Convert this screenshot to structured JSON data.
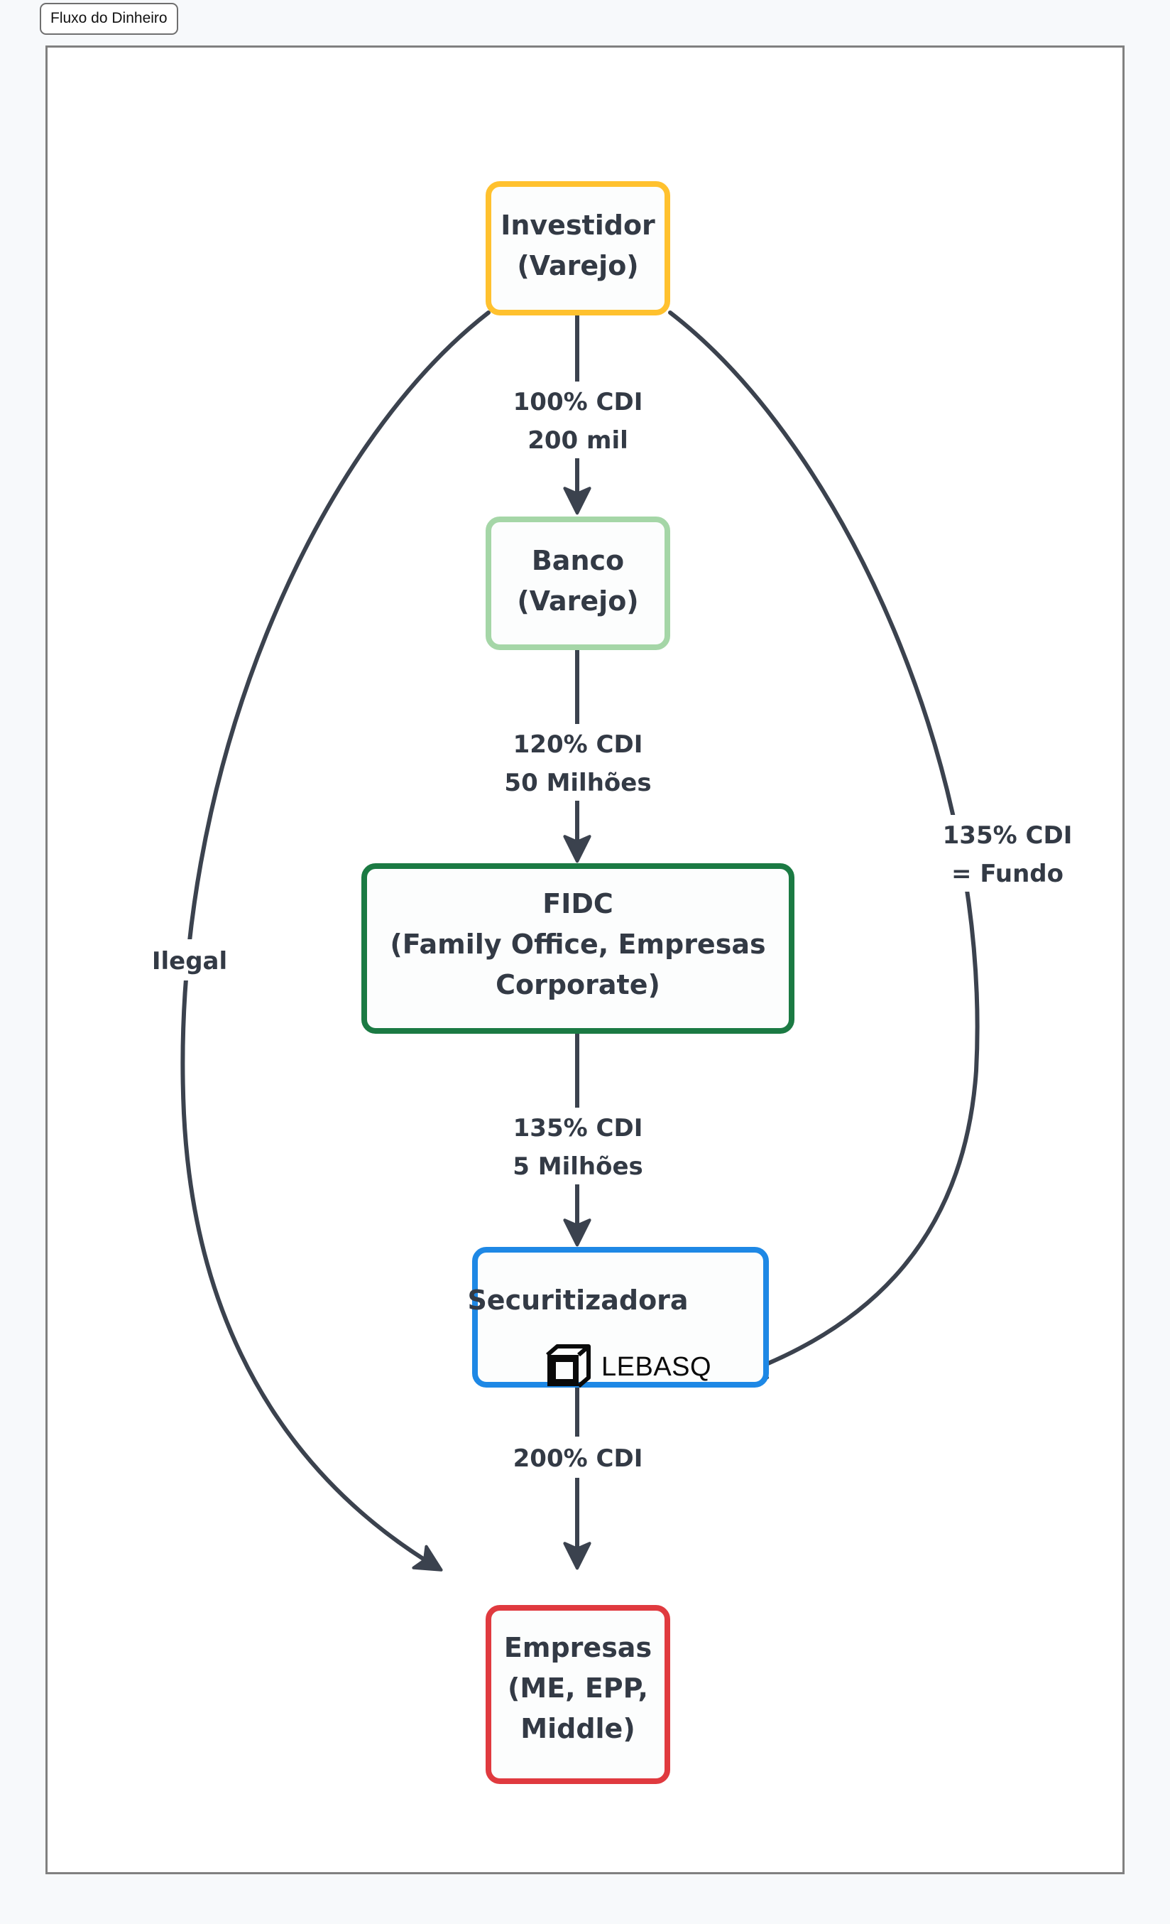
{
  "tab": {
    "label": "Fluxo do Dinheiro"
  },
  "colors": {
    "page_background": "#f7f9fb",
    "frame_border": "#808080",
    "canvas": "#ffffff",
    "node_fill": "#fcfdfd",
    "edge": "#3b424e",
    "text": "#333a45",
    "investidor_border": "#ffc12e",
    "banco_border": "#a5d6a7",
    "fidc_border": "#1b7a43",
    "securitizadora_border": "#1e88e5",
    "empresas_border": "#e03a3f",
    "logo": "#0a0a0a"
  },
  "nodes": {
    "investidor": {
      "line1": "Investidor",
      "line2": "(Varejo)"
    },
    "banco": {
      "line1": "Banco",
      "line2": "(Varejo)"
    },
    "fidc": {
      "line1": "FIDC",
      "line2": "(Family Office, Empresas",
      "line3": "Corporate)"
    },
    "securitizadora": {
      "line1": "Securitizadora",
      "logo_text": "LEBASQ",
      "logo_icon": "cube-logo-icon"
    },
    "empresas": {
      "line1": "Empresas",
      "line2": "(ME, EPP,",
      "line3": "Middle)"
    }
  },
  "edges": {
    "investidor_banco": {
      "line1": "100% CDI",
      "line2": "200 mil"
    },
    "banco_fidc": {
      "line1": "120% CDI",
      "line2": "50 Milhões"
    },
    "fidc_securitizadora": {
      "line1": "135% CDI",
      "line2": "5 Milhões"
    },
    "securitizadora_empresas": {
      "line1": "200% CDI"
    },
    "investidor_empresas": {
      "line1": "Ilegal"
    },
    "investidor_securitizadora": {
      "line1": "135% CDI",
      "line2": "= Fundo"
    }
  },
  "chart_data": {
    "type": "diagram",
    "title": "Fluxo do Dinheiro",
    "nodes": [
      {
        "id": "investidor",
        "label": "Investidor (Varejo)",
        "color": "#ffc12e"
      },
      {
        "id": "banco",
        "label": "Banco (Varejo)",
        "color": "#a5d6a7"
      },
      {
        "id": "fidc",
        "label": "FIDC (Family Office, Empresas Corporate)",
        "color": "#1b7a43"
      },
      {
        "id": "securitizadora",
        "label": "Securitizadora LEBASQ",
        "color": "#1e88e5"
      },
      {
        "id": "empresas",
        "label": "Empresas (ME, EPP, Middle)",
        "color": "#e03a3f"
      }
    ],
    "edges": [
      {
        "from": "investidor",
        "to": "banco",
        "label": "100% CDI 200 mil"
      },
      {
        "from": "banco",
        "to": "fidc",
        "label": "120% CDI 50 Milhões"
      },
      {
        "from": "fidc",
        "to": "securitizadora",
        "label": "135% CDI 5 Milhões"
      },
      {
        "from": "securitizadora",
        "to": "empresas",
        "label": "200% CDI"
      },
      {
        "from": "investidor",
        "to": "empresas",
        "label": "Ilegal"
      },
      {
        "from": "investidor",
        "to": "securitizadora",
        "label": "135% CDI = Fundo"
      }
    ]
  }
}
